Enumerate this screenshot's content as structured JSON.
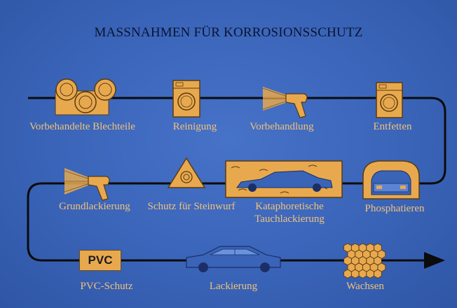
{
  "title": "MASSNAHMEN FÜR KORROSIONSSCHUTZ",
  "steps": [
    {
      "label": "Vorbehandelte Blechteile",
      "icon": "sheet-metal-rollers-icon"
    },
    {
      "label": "Reinigung",
      "icon": "washing-machine-icon"
    },
    {
      "label": "Vorbehandlung",
      "icon": "spray-gun-icon"
    },
    {
      "label": "Entfetten",
      "icon": "washing-machine-icon"
    },
    {
      "label": "Phosphatieren",
      "icon": "car-rear-in-tunnel-icon"
    },
    {
      "label": "Kataphoretische",
      "label2": "Tauchlackierung",
      "icon": "car-in-dip-tank-icon"
    },
    {
      "label": "Schutz für Steinwurf",
      "icon": "warning-triangle-icon"
    },
    {
      "label": "Grundlackierung",
      "icon": "spray-gun-icon"
    },
    {
      "label": "PVC-Schutz",
      "badge": "PVC",
      "icon": "pvc-badge"
    },
    {
      "label": "Lackierung",
      "icon": "car-side-icon"
    },
    {
      "label": "Wachsen",
      "icon": "honeycomb-icon"
    }
  ],
  "colors": {
    "background": "#3a64b8",
    "label": "#f1c27a",
    "icon_fill": "#e8a94e",
    "line": "#0b0b0b"
  }
}
